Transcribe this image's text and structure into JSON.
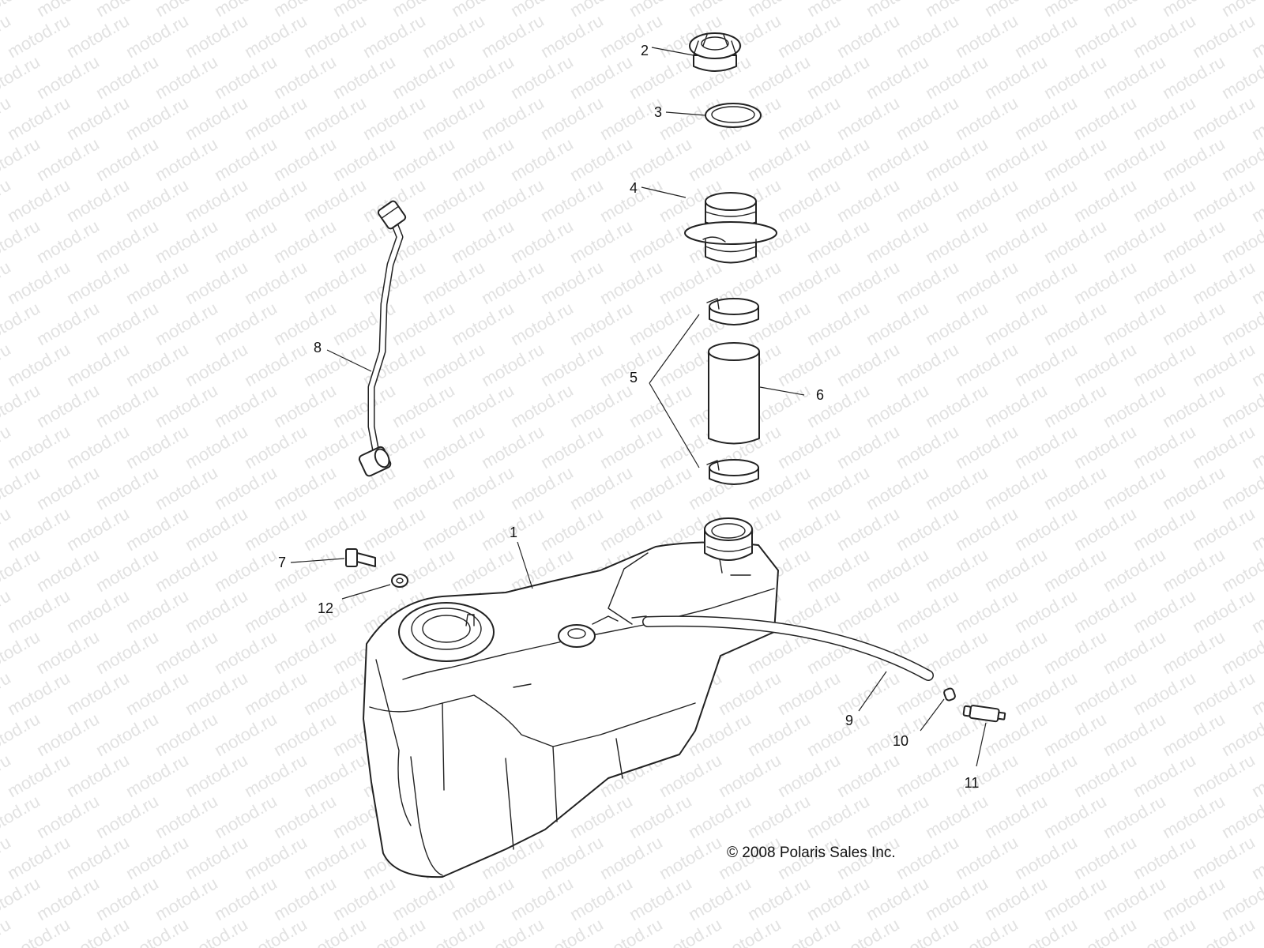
{
  "watermark": "motod.ru",
  "copyright": "© 2008 Polaris Sales Inc.",
  "callouts": {
    "fuel_tank": "1",
    "filler_cap": "2",
    "cap_gasket": "3",
    "filler_neck": "4",
    "hose_clamp": "5",
    "filler_hose": "6",
    "bolt": "7",
    "vent_line": "8",
    "vent_hose": "9",
    "cap": "10",
    "fitting": "11",
    "washer": "12"
  }
}
